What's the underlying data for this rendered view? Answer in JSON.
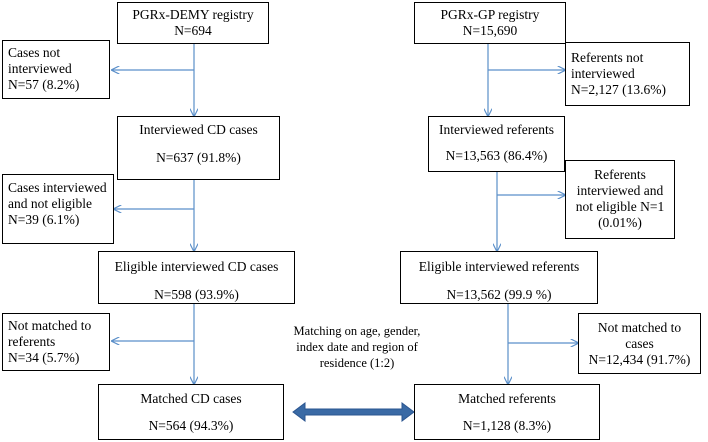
{
  "left": {
    "registry": {
      "title": "PGRx-DEMY registry",
      "count": "N=694"
    },
    "excluded_not_interviewed": {
      "line1": "Cases not",
      "line2": "interviewed",
      "line3": "N=57 (8.2%)"
    },
    "interviewed": {
      "title": "Interviewed CD cases",
      "count": "N=637 (91.8%)"
    },
    "excluded_not_eligible": {
      "line1": "Cases interviewed",
      "line2": "and not eligible",
      "line3": "N=39 (6.1%)"
    },
    "eligible": {
      "title": "Eligible interviewed CD cases",
      "count": "N=598 (93.9%)"
    },
    "excluded_not_matched": {
      "line1": "Not matched to",
      "line2": "referents",
      "line3": "N=34 (5.7%)"
    },
    "matched": {
      "title": "Matched CD cases",
      "count": "N=564 (94.3%)"
    }
  },
  "right": {
    "registry": {
      "title": "PGRx-GP registry",
      "count": "N=15,690"
    },
    "excluded_not_interviewed": {
      "line1": "Referents not",
      "line2": "interviewed",
      "line3": "N=2,127 (13.6%)"
    },
    "interviewed": {
      "title": "Interviewed referents",
      "count": "N=13,563 (86.4%)"
    },
    "excluded_not_eligible": {
      "line1": "Referents",
      "line2": "interviewed and",
      "line3": "not eligible N=1",
      "line4": "(0.01%)"
    },
    "eligible": {
      "title": "Eligible interviewed referents",
      "count": "N=13,562 (99.9 %)"
    },
    "excluded_not_matched": {
      "line1": "Not matched to",
      "line2": "cases",
      "line3": "N=12,434 (91.7%)"
    },
    "matched": {
      "title": "Matched referents",
      "count": "N=1,128 (8.3%)"
    }
  },
  "matching_note": {
    "line1": "Matching on age, gender,",
    "line2": "index date and region of",
    "line3": "residence (1:2)"
  },
  "colors": {
    "arrow": "#5b8fc9",
    "double_arrow": "#3a6aa5",
    "border": "#000000"
  }
}
